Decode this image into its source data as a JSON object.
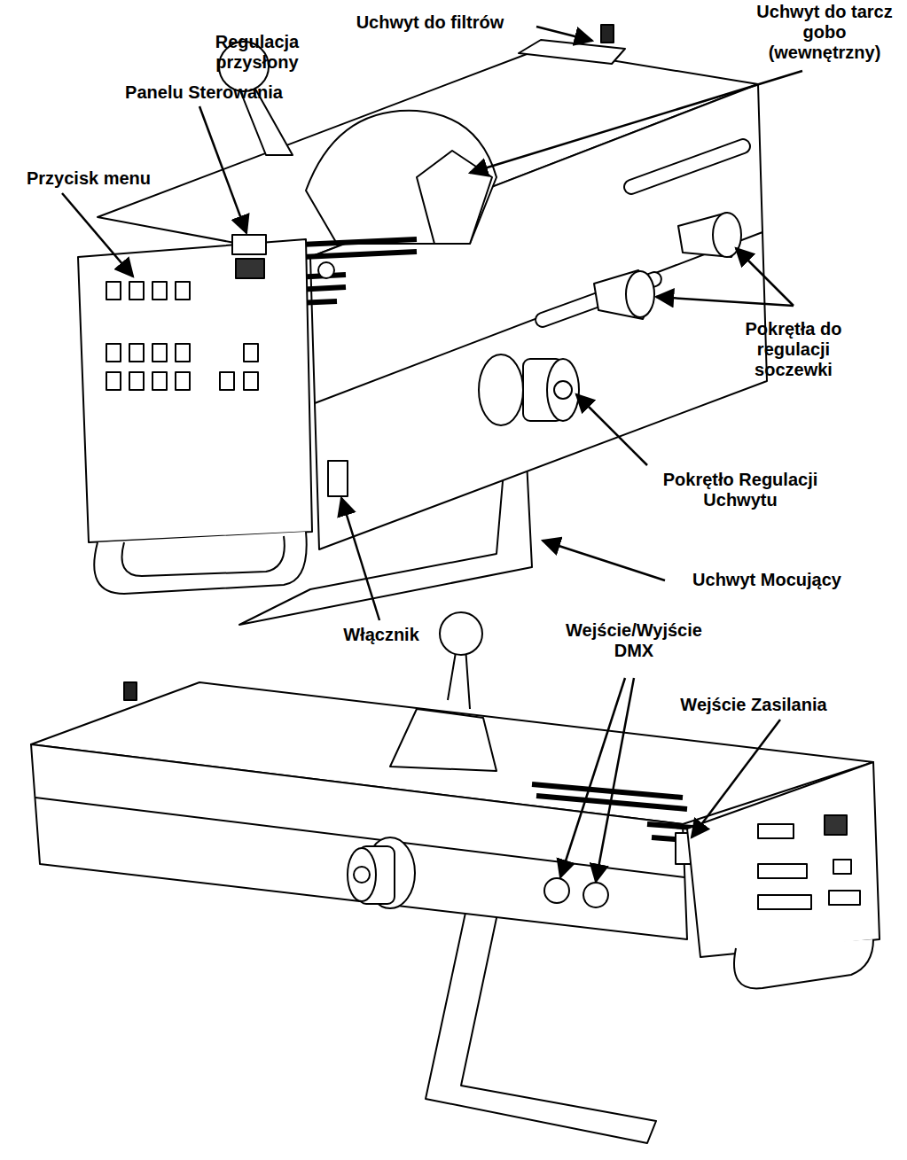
{
  "diagram": {
    "labels": [
      "Uchwyt do filtrów",
      "Uchwyt do tarcz gobo (wewnętrzny)",
      "Regulacja przysłony",
      "Panelu Sterowania",
      "Przycisk menu",
      "Pokrętła do regulacji soczewki",
      "Pokrętło Regulacji Uchwytu",
      "Uchwyt Mocujący",
      "Włącznik",
      "Wejście/Wyjście DMX",
      "Wejście Zasilania"
    ]
  }
}
